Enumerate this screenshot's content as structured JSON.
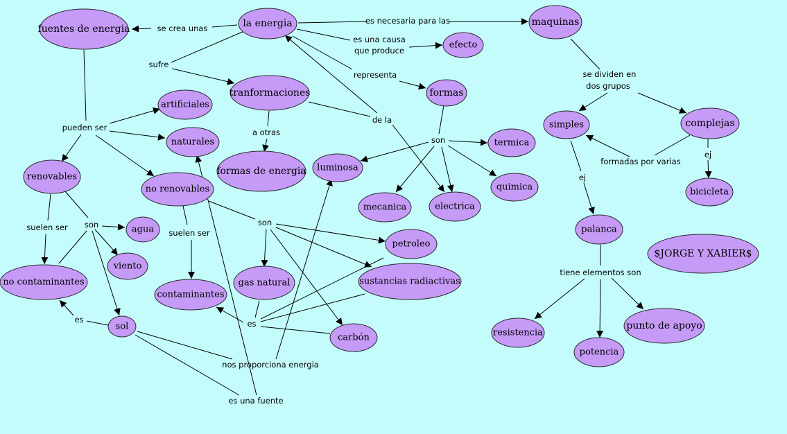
{
  "nodes": {
    "la_energia": "la energia",
    "fuentes": "fuentes de energia",
    "maquinas": "maquinas",
    "efecto": "efecto",
    "transformaciones": "tranformaciones",
    "formas": "formas",
    "artificiales": "artificiales",
    "naturales": "naturales",
    "renovables": "renovables",
    "no_renovables": "no renovables",
    "formas_de_energia": "formas de energia",
    "luminosa": "luminosa",
    "termica": "termica",
    "quimica": "quimica",
    "mecanica": "mecanica",
    "electrica": "electrica",
    "simples": "simples",
    "complejas": "complejas",
    "bicicleta": "bicicleta",
    "palanca": "palanca",
    "agua": "agua",
    "viento": "viento",
    "no_contaminantes": "no contaminantes",
    "contaminantes": "contaminantes",
    "gas_natural": "gas natural",
    "petroleo": "petroleo",
    "sustancias": "sustancias radiactivas",
    "carbon": "carbón",
    "sol": "sol",
    "resistencia": "resistencia",
    "potencia": "potencia",
    "punto_apoyo": "punto de apoyo",
    "autores": "$JORGE Y XABIER$"
  },
  "labels": {
    "se_crea_unas": "se crea unas",
    "es_necesaria": "es necesaria para las",
    "es_una_causa_1": "es una causa",
    "es_una_causa_2": "que produce",
    "sufre": "sufre",
    "representa": "representa",
    "se_dividen_1": "se dividen en",
    "se_dividen_2": "dos grupos",
    "pueden_ser": "pueden ser",
    "a_otras": "a otras",
    "de_la": "de la",
    "son_formas": "son",
    "formadas_por": "formadas por varias",
    "ej_complejas": "ej",
    "ej_simples": "ej",
    "suelen_ser_ren": "suelen ser",
    "son_ren": "son",
    "suelen_ser_noren": "suelen ser",
    "son_noren": "son",
    "tiene_elementos": "tiene elementos son",
    "es_sol": "es",
    "es_contam": "es",
    "nos_proporciona": "nos proporciona energia",
    "es_una_fuente": "es una fuente"
  }
}
